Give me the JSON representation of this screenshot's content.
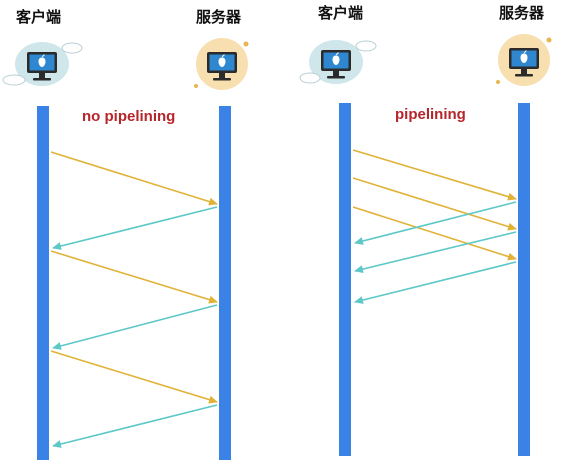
{
  "diagram": {
    "no_pipelining": {
      "client_label": "客户端",
      "server_label": "服务器",
      "mode_label": "no pipelining"
    },
    "pipelining": {
      "client_label": "客户端",
      "server_label": "服务器",
      "mode_label": "pipelining"
    }
  },
  "colors": {
    "timeline": "#3b82e6",
    "request_arrow": "#e0b236",
    "response_arrow": "#5ec8c8",
    "mode_text": "#b5262a",
    "client_bubble": "#cfe6ea",
    "server_bubble": "#f7dfb0",
    "monitor_screen": "#2f87cf"
  },
  "icons": {
    "client": "computer-apple-icon",
    "server": "computer-apple-icon"
  }
}
